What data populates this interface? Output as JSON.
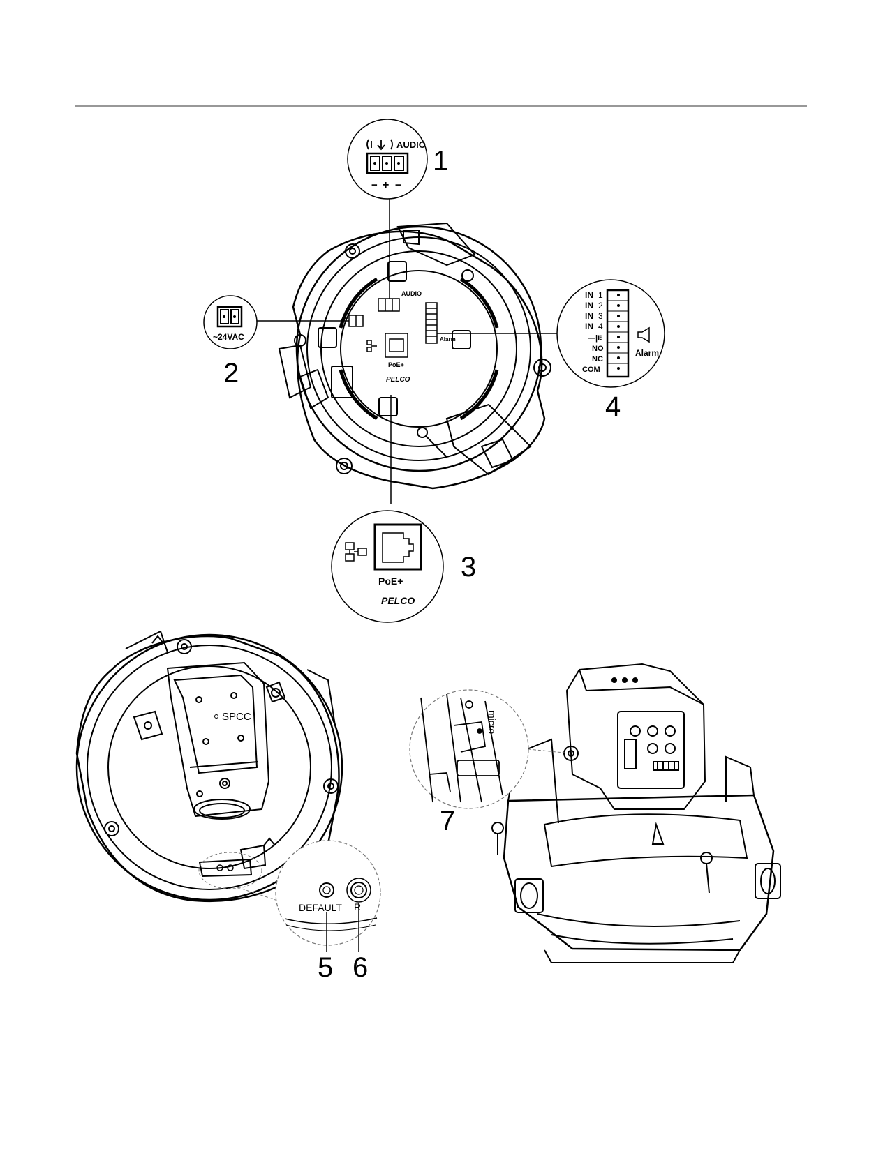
{
  "callouts": [
    "1",
    "2",
    "3",
    "4",
    "5",
    "6",
    "7"
  ],
  "audio": {
    "label": "AUDIO",
    "polarity": [
      "−",
      "+",
      "−"
    ]
  },
  "power": {
    "label": "~24VAC"
  },
  "network": {
    "label": "PoE+",
    "brand": "PELCO"
  },
  "alarm": {
    "terminals": [
      "IN",
      "IN",
      "IN",
      "IN",
      "—|I⁝",
      "NO",
      "NC",
      "COM"
    ],
    "terminal_numbers": [
      "1",
      "2",
      "3",
      "4"
    ],
    "label": "Alarm"
  },
  "body_labels": {
    "audio": "AUDIO",
    "alarm": "Alarm",
    "poe": "PoE+",
    "brand": "PELCO"
  },
  "housing": {
    "spcc": "SPCC"
  },
  "buttons": {
    "default": "DEFAULT",
    "reset": "R"
  },
  "module": {
    "marking": "micro"
  }
}
